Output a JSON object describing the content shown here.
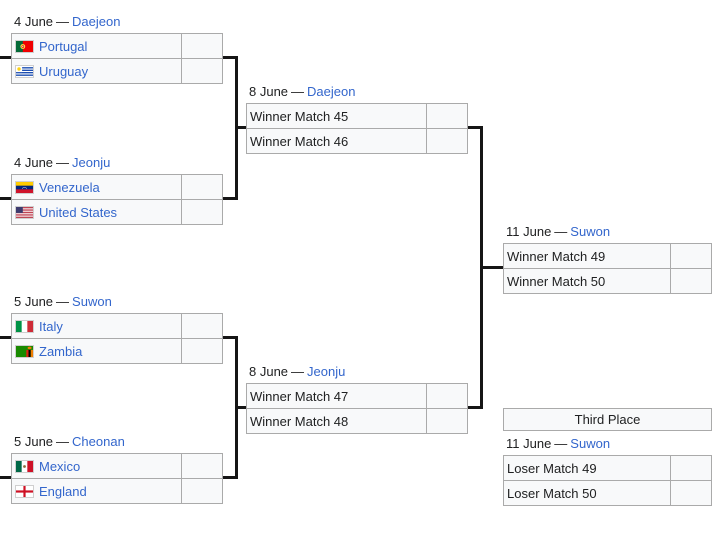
{
  "bracket": {
    "separator": "—",
    "colors": {
      "link_blue": "#3366cc",
      "connector_black": "#161616",
      "cell_background": "#f8f9fa",
      "border_gray": "#aaaaaa"
    },
    "rounds": {
      "quarterfinals": [
        {
          "date": "4 June",
          "venue": "Daejeon",
          "team1": {
            "name": "Portugal",
            "flag_icon": "portugal-flag",
            "score": ""
          },
          "team2": {
            "name": "Uruguay",
            "flag_icon": "uruguay-flag",
            "score": ""
          }
        },
        {
          "date": "4 June",
          "venue": "Jeonju",
          "team1": {
            "name": "Venezuela",
            "flag_icon": "venezuela-flag",
            "score": ""
          },
          "team2": {
            "name": "United States",
            "flag_icon": "united-states-flag",
            "score": ""
          }
        },
        {
          "date": "5 June",
          "venue": "Suwon",
          "team1": {
            "name": "Italy",
            "flag_icon": "italy-flag",
            "score": ""
          },
          "team2": {
            "name": "Zambia",
            "flag_icon": "zambia-flag",
            "score": ""
          }
        },
        {
          "date": "5 June",
          "venue": "Cheonan",
          "team1": {
            "name": "Mexico",
            "flag_icon": "mexico-flag",
            "score": ""
          },
          "team2": {
            "name": "England",
            "flag_icon": "england-flag",
            "score": ""
          }
        }
      ],
      "semifinals": [
        {
          "date": "8 June",
          "venue": "Daejeon",
          "team1": {
            "name": "Winner Match 45",
            "score": ""
          },
          "team2": {
            "name": "Winner Match 46",
            "score": ""
          }
        },
        {
          "date": "8 June",
          "venue": "Jeonju",
          "team1": {
            "name": "Winner Match 47",
            "score": ""
          },
          "team2": {
            "name": "Winner Match 48",
            "score": ""
          }
        }
      ],
      "final": {
        "date": "11 June",
        "venue": "Suwon",
        "team1": {
          "name": "Winner Match 49",
          "score": ""
        },
        "team2": {
          "name": "Winner Match 50",
          "score": ""
        }
      },
      "third_place": {
        "label": "Third Place",
        "date": "11 June",
        "venue": "Suwon",
        "team1": {
          "name": "Loser Match 49",
          "score": ""
        },
        "team2": {
          "name": "Loser Match 50",
          "score": ""
        }
      }
    }
  }
}
